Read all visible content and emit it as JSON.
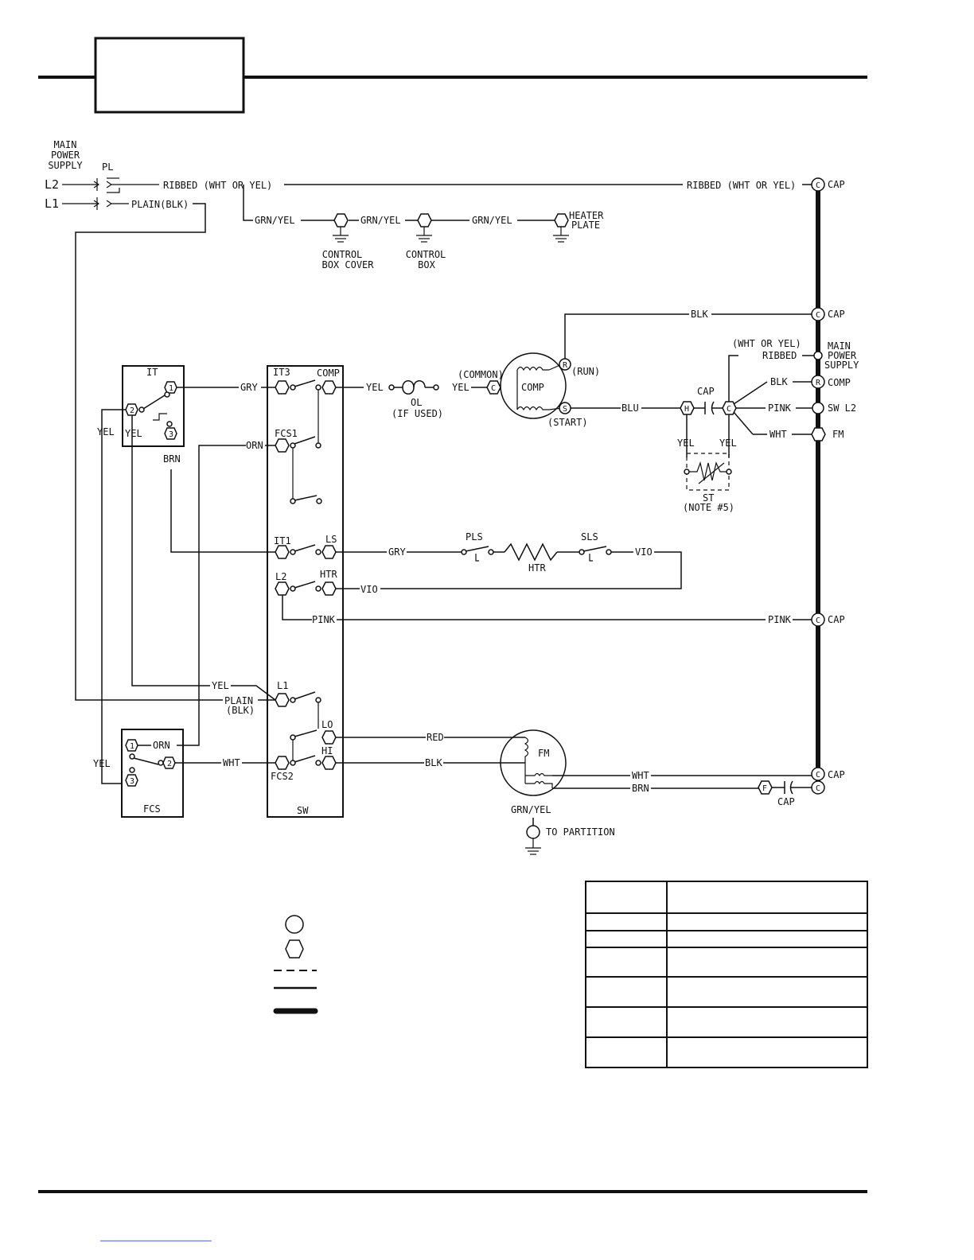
{
  "labels": {
    "main_power_supply_left": [
      "MAIN",
      "POWER",
      "SUPPLY"
    ],
    "pl": "PL",
    "l2": "L2",
    "l1": "L1",
    "ribbed_wht_yel": "RIBBED (WHT OR YEL)",
    "plain_blk": "PLAIN(BLK)",
    "grn_yel": "GRN/YEL",
    "heater_plate": [
      "HEATER",
      "PLATE"
    ],
    "control_box_cover": [
      "CONTROL",
      "BOX COVER"
    ],
    "control_box": [
      "CONTROL",
      "BOX"
    ],
    "cap": "CAP",
    "blk": "BLK",
    "wht_or_yel": "(WHT OR YEL)",
    "ribbed": "RIBBED",
    "main_power_supply_right": [
      "MAIN",
      "POWER",
      "SUPPLY"
    ],
    "comp": "COMP",
    "pink": "PINK",
    "sw_l2": "SW L2",
    "wht": "WHT",
    "fm": "FM",
    "it": "IT",
    "gry": "GRY",
    "yel": "YEL",
    "brn": "BRN",
    "it3": "IT3",
    "orn": "ORN",
    "fcs1": "FCS1",
    "ol": "OL",
    "if_used": "(IF USED)",
    "common": "(COMMON)",
    "run": "(RUN)",
    "start": "(START)",
    "blu": "BLU",
    "st": "ST",
    "note5": "(NOTE #5)",
    "it1": "IT1",
    "ls": "LS",
    "pls": "PLS",
    "sls": "SLS",
    "htr": "HTR",
    "vio": "VIO",
    "l2_sw": "L2",
    "l1_sw": "L1",
    "plain": "PLAIN",
    "blk_paren": "(BLK)",
    "lo": "LO",
    "hi": "HI",
    "red": "RED",
    "fcs2": "FCS2",
    "sw": "SW",
    "fcs": "FCS",
    "to_partition": "TO PARTITION",
    "pin1": "1",
    "pin2": "2",
    "pin3": "3",
    "term_c": "C",
    "term_r": "R",
    "term_s": "S",
    "term_h": "H",
    "term_f": "F"
  },
  "legend": {
    "symbols": [
      "circle-terminal",
      "hex-terminal",
      "dashed-line",
      "solid-line",
      "heavy-line"
    ]
  },
  "colors": {
    "ink": "#111111",
    "link": "#3b5bdb"
  }
}
